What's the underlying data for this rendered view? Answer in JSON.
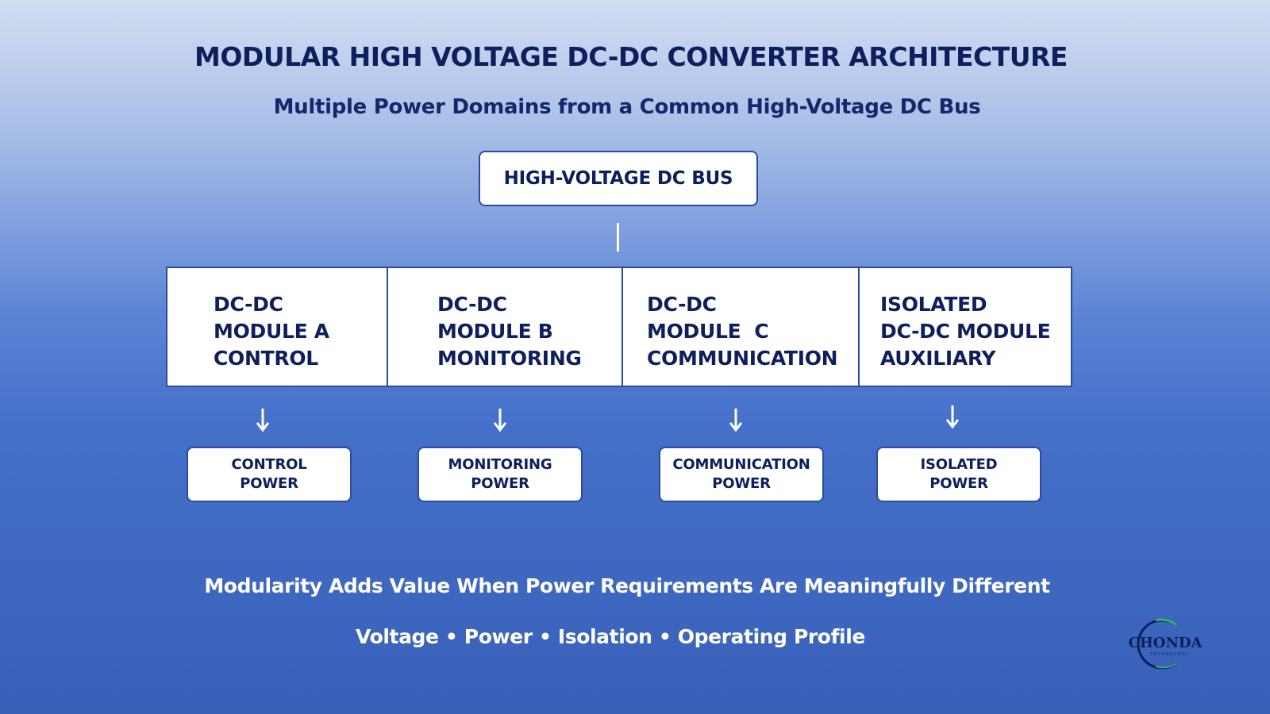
{
  "title": "MODULAR HIGH VOLTAGE DC-DC CONVERTER ARCHITECTURE",
  "subtitle": "Multiple Power Domains from a Common High-Voltage DC Bus",
  "bus": {
    "label": "HIGH-VOLTAGE DC BUS"
  },
  "modules": [
    {
      "lines": [
        "DC-DC",
        "MODULE A",
        "CONTROL"
      ]
    },
    {
      "lines": [
        "DC-DC",
        "MODULE B",
        "MONITORING"
      ]
    },
    {
      "lines": [
        "DC-DC",
        "MODULE  C",
        "COMMUNICATION"
      ]
    },
    {
      "lines": [
        "ISOLATED",
        "DC-DC MODULE",
        "AUXILIARY"
      ]
    }
  ],
  "outputs": [
    {
      "lines": [
        "CONTROL",
        "POWER"
      ]
    },
    {
      "lines": [
        "MONITORING",
        "POWER"
      ]
    },
    {
      "lines": [
        "COMMUNICATION",
        "POWER"
      ]
    },
    {
      "lines": [
        "ISOLATED",
        "POWER"
      ]
    }
  ],
  "footer": {
    "headline": "Modularity Adds Value When Power Requirements Are Meaningfully Different",
    "attributes": "Voltage • Power • Isolation • Operating Profile"
  },
  "logo": {
    "name": "CHONDA",
    "tagline": "TECHNOLOGY"
  },
  "colors": {
    "navy": "#0d1f5c",
    "box_border": "#2d4aa0",
    "logo_green": "#2fb26a"
  }
}
